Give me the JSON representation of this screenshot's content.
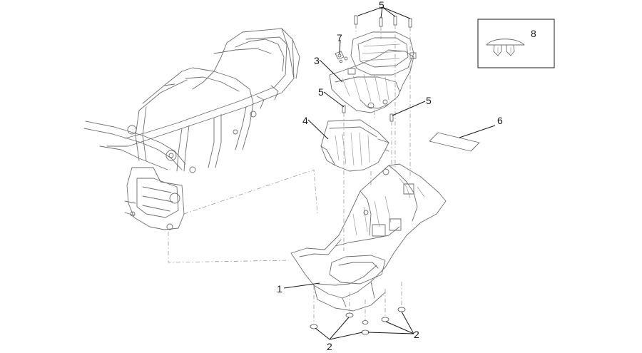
{
  "callouts": [
    {
      "id": "1",
      "label": "1"
    },
    {
      "id": "2a",
      "label": "2"
    },
    {
      "id": "2b",
      "label": "2"
    },
    {
      "id": "3",
      "label": "3"
    },
    {
      "id": "4",
      "label": "4"
    },
    {
      "id": "5a",
      "label": "5"
    },
    {
      "id": "5b",
      "label": "5"
    },
    {
      "id": "5c",
      "label": "5"
    },
    {
      "id": "6",
      "label": "6"
    },
    {
      "id": "7",
      "label": "7"
    },
    {
      "id": "8",
      "label": "8"
    }
  ],
  "colors": {
    "line": "#6e6e6e",
    "label": "#1a1a1a",
    "background": "#ffffff"
  }
}
